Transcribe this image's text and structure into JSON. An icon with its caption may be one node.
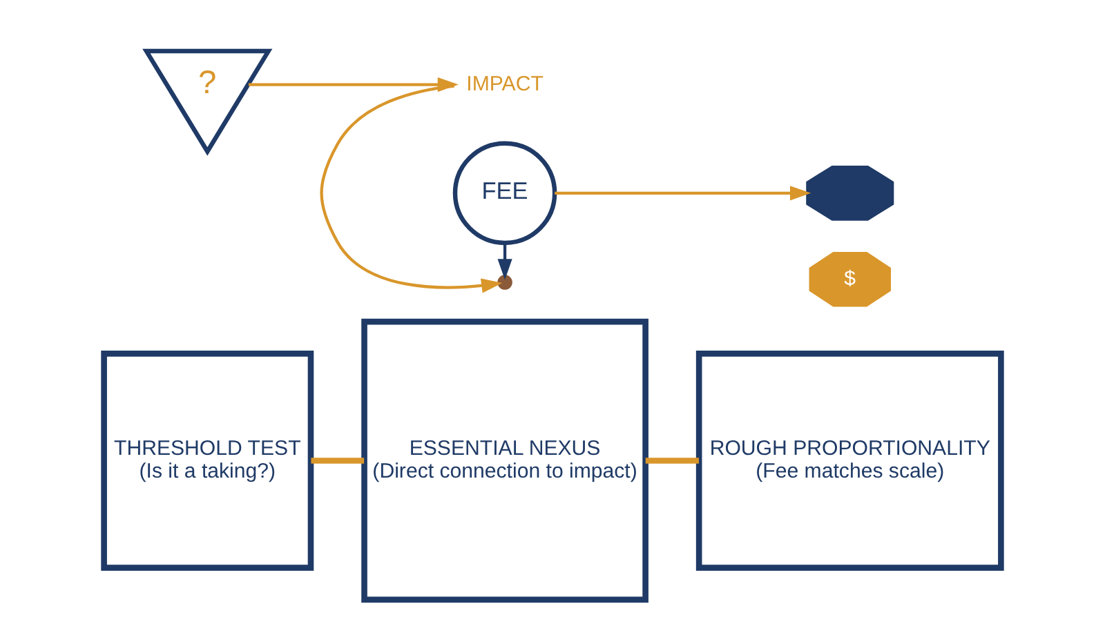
{
  "diagram": {
    "nodes": [
      {
        "text": [
          "THRESHOLD TEST",
          "(Is it a taking?)"
        ]
      },
      {
        "text": [
          "ESSENTIAL NEXUS",
          "(Direct connection to impact)"
        ]
      },
      {
        "text": [
          "ROUGH PROPORTIONALITY",
          "(Fee matches scale)"
        ]
      },
      {
        "text": [
          "?"
        ]
      },
      {
        "text": [
          "IMPACT"
        ]
      },
      {
        "text": [],
        "shape": "circle"
      },
      {
        "text": [
          "FEE"
        ]
      },
      {
        "text": [],
        "shape": "gear"
      },
      {
        "text": [
          "$"
        ]
      }
    ],
    "edges": [
      {
        "from": 3,
        "to": 4,
        "arrow": "to",
        "color": "#d9962b"
      },
      {
        "from": 4,
        "to": 5,
        "arrow": "to",
        "color": "#d9962b"
      },
      {
        "from": 6,
        "to": 5,
        "arrow": "to",
        "color": "#1f3a66"
      },
      {
        "from": 6,
        "to": 7,
        "arrow": "to",
        "color": "#d9962b"
      },
      {
        "from": 0,
        "to": 1,
        "arrow": "none",
        "color": "#d9962b",
        "style": "thick"
      },
      {
        "from": 1,
        "to": 2,
        "arrow": "none",
        "color": "#d9962b",
        "style": "thick"
      }
    ]
  }
}
